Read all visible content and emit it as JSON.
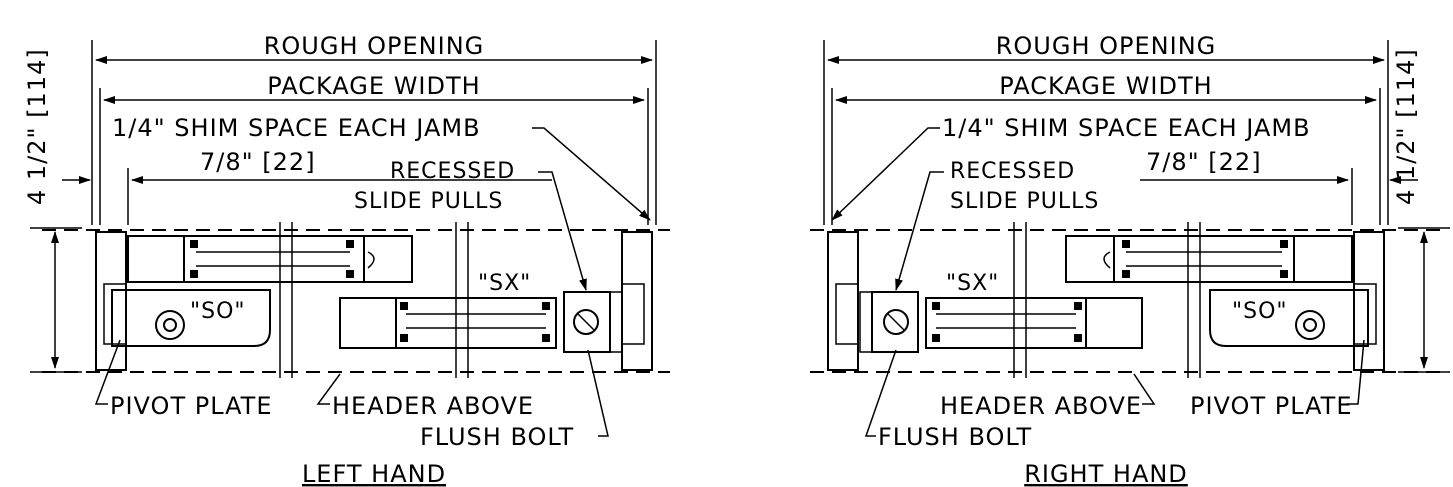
{
  "left_detail": {
    "rough_opening": "ROUGH OPENING",
    "package_width": "PACKAGE WIDTH",
    "shim_space": "1/4\" SHIM SPACE EACH JAMB",
    "dim_78": "7/8\" [22]",
    "recessed_line1": "RECESSED",
    "recessed_line2": "SLIDE PULLS",
    "sx_label": "\"SX\"",
    "so_label": "\"SO\"",
    "pivot_plate": "PIVOT PLATE",
    "header_above": "HEADER ABOVE",
    "flush_bolt": "FLUSH BOLT",
    "title": "LEFT HAND",
    "height_dim": "4 1/2\" [114]"
  },
  "right_detail": {
    "rough_opening": "ROUGH OPENING",
    "package_width": "PACKAGE WIDTH",
    "shim_space": "1/4\" SHIM SPACE EACH JAMB",
    "dim_78": "7/8\" [22]",
    "recessed_line1": "RECESSED",
    "recessed_line2": "SLIDE PULLS",
    "sx_label": "\"SX\"",
    "so_label": "\"SO\"",
    "pivot_plate": "PIVOT PLATE",
    "header_above": "HEADER ABOVE",
    "flush_bolt": "FLUSH BOLT",
    "title": "RIGHT HAND",
    "height_dim": "4 1/2\" [114]"
  }
}
